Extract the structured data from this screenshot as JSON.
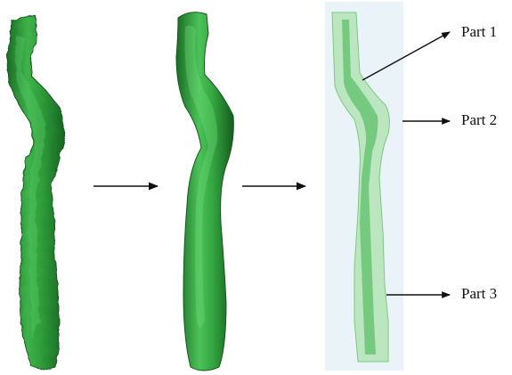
{
  "labels": {
    "part1": "Part 1",
    "part2": "Part 2",
    "part3": "Part 3"
  },
  "colors": {
    "vessel_dark": "#1f7a2a",
    "vessel_mid": "#2e9b3a",
    "vessel_light": "#4fc05a",
    "translucent_outer": "#a6dfa6",
    "translucent_inner": "#5fc06a",
    "panel_bg": "#eaf3f7",
    "arrow": "#111111"
  },
  "icons": [
    "rough-vessel-model",
    "smoothed-vessel-model",
    "segmented-translucent-vessel-model"
  ]
}
